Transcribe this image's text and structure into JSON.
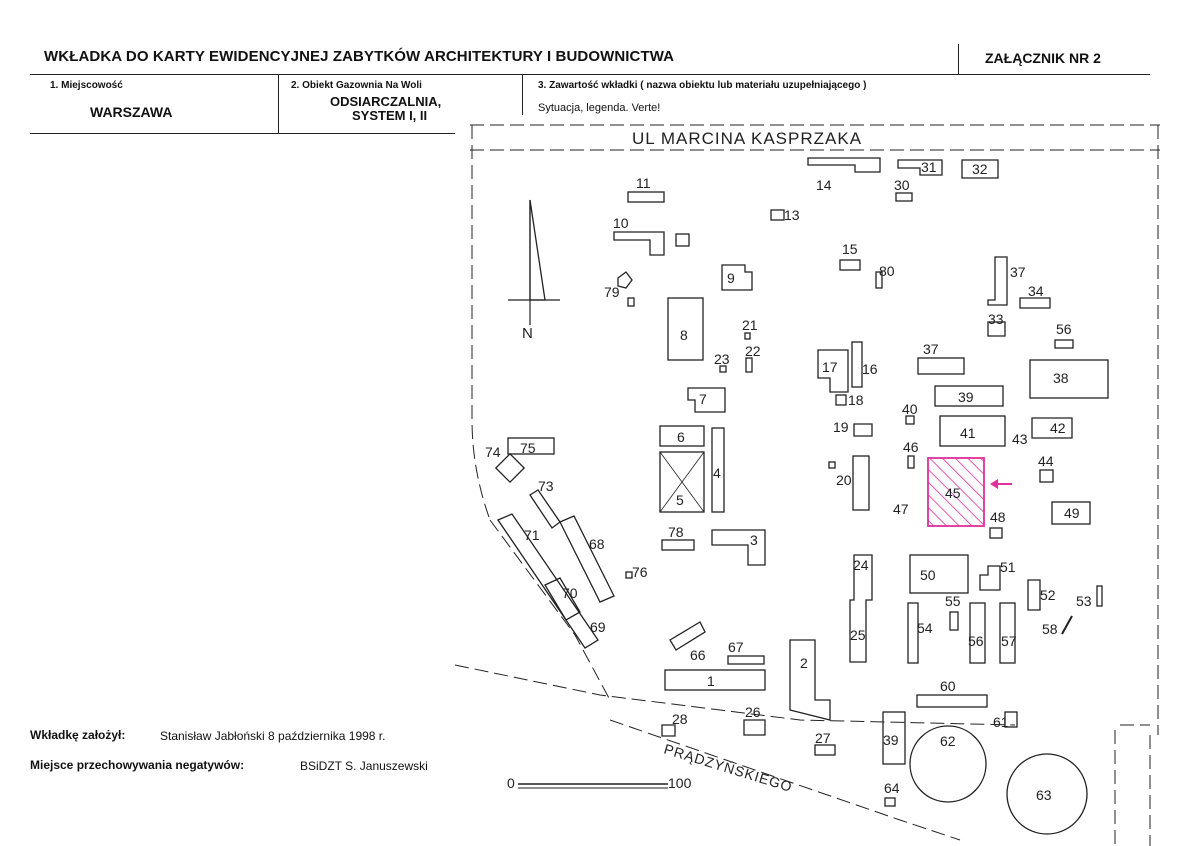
{
  "header": {
    "title": "WKŁADKA DO KARTY EWIDENCYJNEJ ZABYTKÓW ARCHITEKTURY I BUDOWNICTWA",
    "annex": "ZAŁĄCZNIK NR 2"
  },
  "fields": {
    "locality_label": "1. Miejscowość",
    "locality_value": "WARSZAWA",
    "object_label": "2. Obiekt  Gazownia Na Woli",
    "object_value_line1": "ODSIARCZALNIA,",
    "object_value_line2": "SYSTEM I, II",
    "content_label": "3. Zawartość wkładki ( nazwa obiektu lub materiału uzupełniającego )",
    "content_value": "Sytuacja, legenda. Verte!"
  },
  "footer": {
    "created_label": "Wkładkę założył:",
    "created_value": "Stanisław Jabłoński 8 października 1998 r.",
    "negatives_label": "Miejsce przechowywania negatywów:",
    "negatives_value": "BSiDZT S. Januszewski"
  },
  "map": {
    "street_top": "UL  MARCINA  KASPRZAKA",
    "street_bottom": "PRĄDZYŃSKIEGO",
    "north_label": "N",
    "scale_start": "0",
    "scale_end": "100",
    "highlight_color": "#e0309a",
    "arrow_color": "#e0309a",
    "highlighted_building": "45",
    "buildings": [
      {
        "id": "1",
        "label": "1"
      },
      {
        "id": "2",
        "label": "2"
      },
      {
        "id": "3",
        "label": "3"
      },
      {
        "id": "4",
        "label": "4"
      },
      {
        "id": "5",
        "label": "5"
      },
      {
        "id": "6",
        "label": "6"
      },
      {
        "id": "7",
        "label": "7"
      },
      {
        "id": "8",
        "label": "8"
      },
      {
        "id": "9",
        "label": "9"
      },
      {
        "id": "10",
        "label": "10"
      },
      {
        "id": "11",
        "label": "11"
      },
      {
        "id": "13",
        "label": "13"
      },
      {
        "id": "14",
        "label": "14"
      },
      {
        "id": "15",
        "label": "15"
      },
      {
        "id": "16",
        "label": "16"
      },
      {
        "id": "17",
        "label": "17"
      },
      {
        "id": "18",
        "label": "18"
      },
      {
        "id": "19",
        "label": "19"
      },
      {
        "id": "20",
        "label": "20"
      },
      {
        "id": "21",
        "label": "21"
      },
      {
        "id": "22",
        "label": "22"
      },
      {
        "id": "23",
        "label": "23"
      },
      {
        "id": "24",
        "label": "24"
      },
      {
        "id": "25",
        "label": "25"
      },
      {
        "id": "26",
        "label": "26"
      },
      {
        "id": "27",
        "label": "27"
      },
      {
        "id": "28",
        "label": "28"
      },
      {
        "id": "30",
        "label": "30"
      },
      {
        "id": "31",
        "label": "31"
      },
      {
        "id": "32",
        "label": "32"
      },
      {
        "id": "33",
        "label": "33"
      },
      {
        "id": "34",
        "label": "34"
      },
      {
        "id": "37a",
        "label": "37"
      },
      {
        "id": "37b",
        "label": "37"
      },
      {
        "id": "38",
        "label": "38"
      },
      {
        "id": "39a",
        "label": "39"
      },
      {
        "id": "39b",
        "label": "39"
      },
      {
        "id": "40",
        "label": "40"
      },
      {
        "id": "41",
        "label": "41"
      },
      {
        "id": "42",
        "label": "42"
      },
      {
        "id": "43",
        "label": "43"
      },
      {
        "id": "44",
        "label": "44"
      },
      {
        "id": "45",
        "label": "45"
      },
      {
        "id": "46",
        "label": "46"
      },
      {
        "id": "47",
        "label": "47"
      },
      {
        "id": "48",
        "label": "48"
      },
      {
        "id": "49",
        "label": "49"
      },
      {
        "id": "50",
        "label": "50"
      },
      {
        "id": "51",
        "label": "51"
      },
      {
        "id": "52",
        "label": "52"
      },
      {
        "id": "53",
        "label": "53"
      },
      {
        "id": "54",
        "label": "54"
      },
      {
        "id": "55",
        "label": "55"
      },
      {
        "id": "56a",
        "label": "56"
      },
      {
        "id": "56b",
        "label": "56"
      },
      {
        "id": "57",
        "label": "57"
      },
      {
        "id": "58",
        "label": "58"
      },
      {
        "id": "60",
        "label": "60"
      },
      {
        "id": "61",
        "label": "61"
      },
      {
        "id": "62",
        "label": "62"
      },
      {
        "id": "63",
        "label": "63"
      },
      {
        "id": "64",
        "label": "64"
      },
      {
        "id": "66",
        "label": "66"
      },
      {
        "id": "67",
        "label": "67"
      },
      {
        "id": "68",
        "label": "68"
      },
      {
        "id": "69",
        "label": "69"
      },
      {
        "id": "70",
        "label": "70"
      },
      {
        "id": "71",
        "label": "71"
      },
      {
        "id": "73",
        "label": "73"
      },
      {
        "id": "74",
        "label": "74"
      },
      {
        "id": "75",
        "label": "75"
      },
      {
        "id": "76",
        "label": "76"
      },
      {
        "id": "78",
        "label": "78"
      },
      {
        "id": "79",
        "label": "79"
      },
      {
        "id": "80",
        "label": "80"
      }
    ]
  }
}
